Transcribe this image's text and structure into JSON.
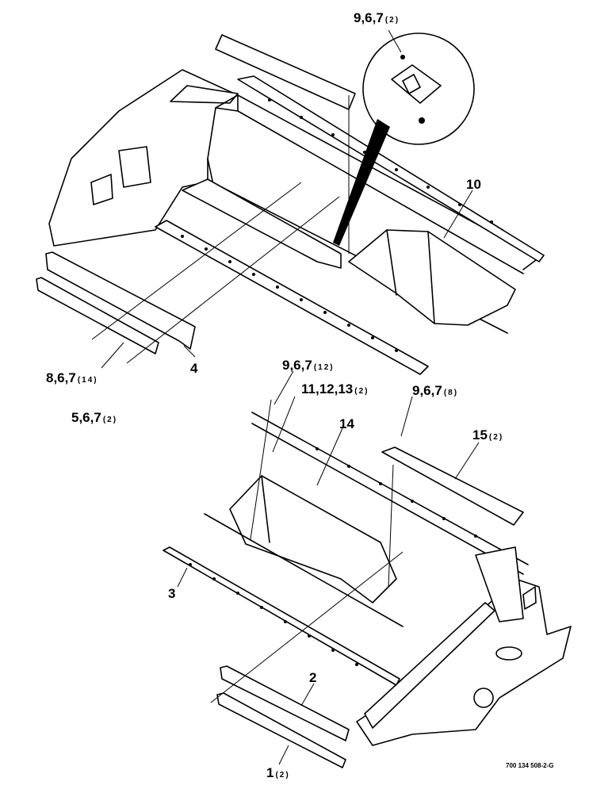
{
  "callouts": {
    "c_9_6_7_detail": {
      "label": "9,6,7",
      "qty": "(2)"
    },
    "c_10": {
      "label": "10",
      "qty": ""
    },
    "c_8_6_7": {
      "label": "8,6,7",
      "qty": "(14)"
    },
    "c_4": {
      "label": "4",
      "qty": ""
    },
    "c_5_6_7": {
      "label": "5,6,7",
      "qty": "(2)"
    },
    "c_9_6_7_12": {
      "label": "9,6,7",
      "qty": "(12)"
    },
    "c_11_12_13": {
      "label": "11,12,13",
      "qty": "(2)"
    },
    "c_9_6_7_8": {
      "label": "9,6,7",
      "qty": "(8)"
    },
    "c_14": {
      "label": "14",
      "qty": ""
    },
    "c_15": {
      "label": "15",
      "qty": "(2)"
    },
    "c_3": {
      "label": "3",
      "qty": ""
    },
    "c_2": {
      "label": "2",
      "qty": ""
    },
    "c_1": {
      "label": "1",
      "qty": "(2)"
    }
  },
  "drawing_number": "700 134 508-2-G"
}
